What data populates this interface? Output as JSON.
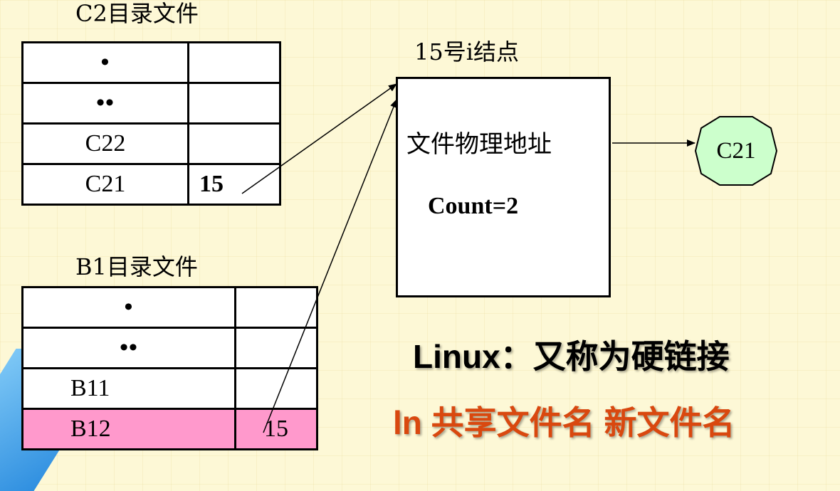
{
  "c2_dir": {
    "caption": "C2目录文件",
    "rows": [
      {
        "name": "•",
        "inode": ""
      },
      {
        "name": "••",
        "inode": ""
      },
      {
        "name": "C22",
        "inode": ""
      },
      {
        "name": "C21",
        "inode": "15"
      }
    ]
  },
  "b1_dir": {
    "caption": "B1目录文件",
    "rows": [
      {
        "name": "•",
        "inode": ""
      },
      {
        "name": "••",
        "inode": ""
      },
      {
        "name": "B11",
        "inode": ""
      },
      {
        "name": "B12",
        "inode": "15"
      }
    ],
    "highlight_color": "#ff99cc"
  },
  "inode": {
    "caption": "15号i结点",
    "address_label": "文件物理地址",
    "count_label": "Count=2"
  },
  "file_node": {
    "label": "C21",
    "color": "#ccffcc"
  },
  "notes": {
    "line1": "Linux：又称为硬链接",
    "line2": "ln 共享文件名  新文件名",
    "line2_color": "#d9480f"
  }
}
